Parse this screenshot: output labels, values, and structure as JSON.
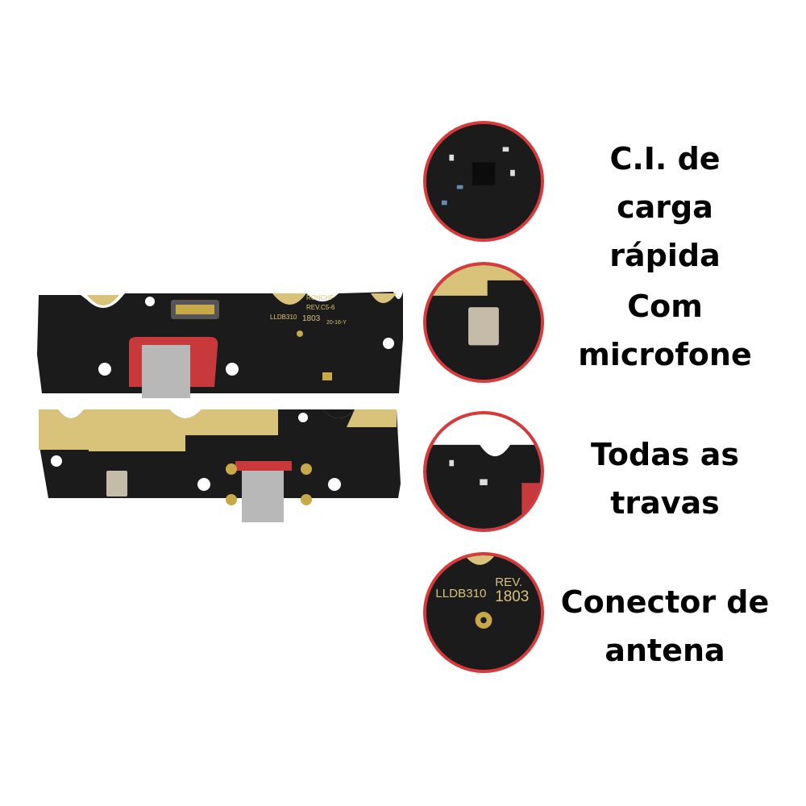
{
  "product": {
    "board_silkscreen": [
      "ROHCHF",
      "REV.C5-6",
      "LLDB310",
      "1803",
      "20-16-Y"
    ]
  },
  "features": [
    {
      "line1": "C.I. de carga",
      "line2": "rápida",
      "detail": "charge-ic"
    },
    {
      "line1": "Com",
      "line2": "microfone",
      "detail": "microphone"
    },
    {
      "line1": "Todas as",
      "line2": "travas",
      "detail": "locks"
    },
    {
      "line1": "Conector de",
      "line2": "antena",
      "detail": "antenna-connector"
    }
  ],
  "colors": {
    "ring": "#d8393a",
    "pcb": "#1b1b1b",
    "gold": "#d9c27a",
    "rubber": "#c8393b",
    "metal": "#b8b8b8"
  }
}
